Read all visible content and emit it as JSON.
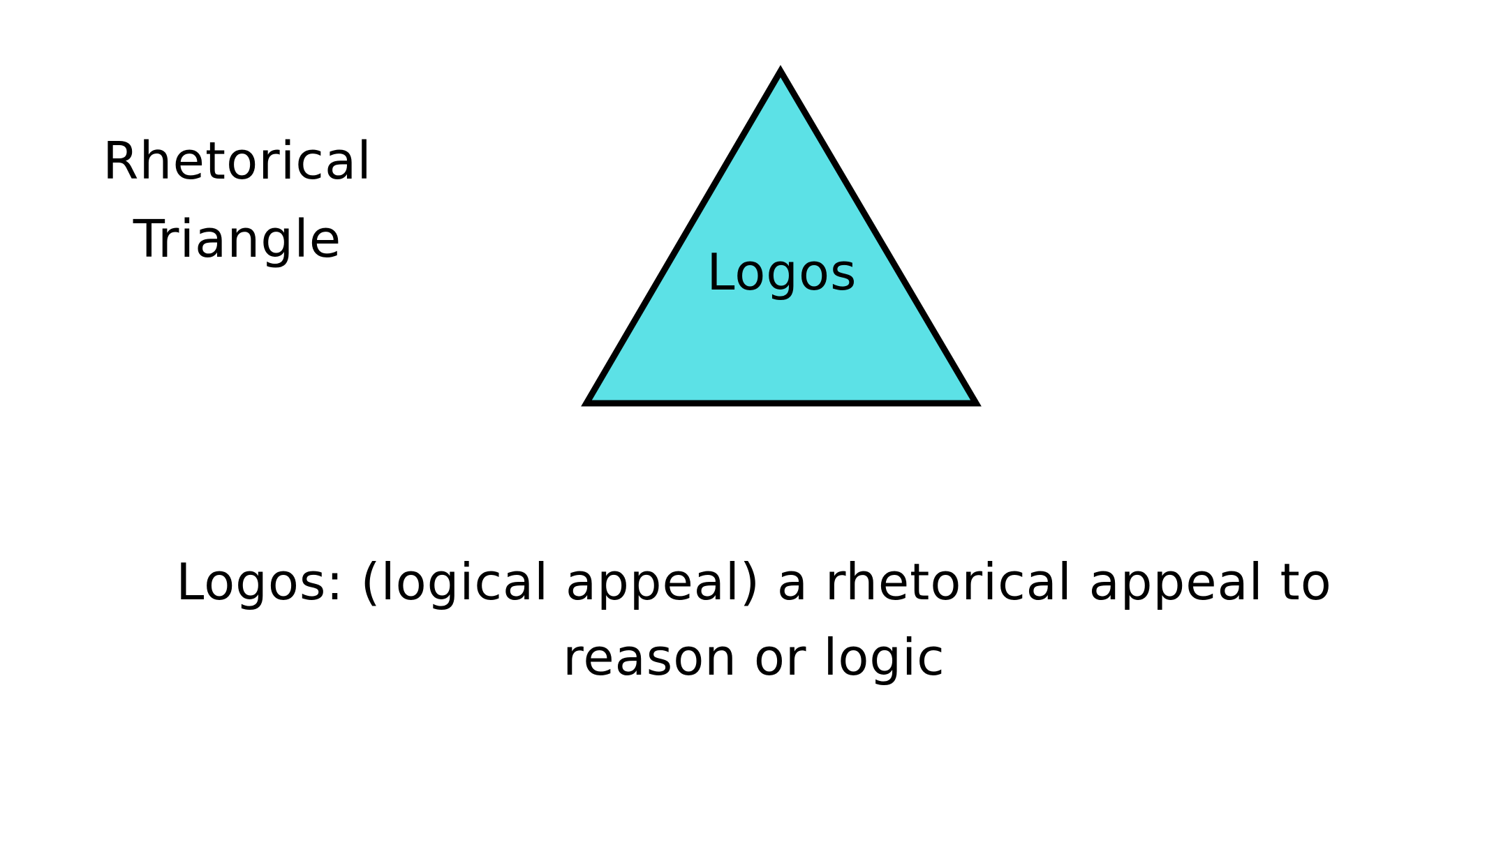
{
  "slide": {
    "title_lines": [
      "Rhetorical",
      "Triangle"
    ],
    "triangle": {
      "label": "Logos",
      "fill_color": "#5ce1e6",
      "stroke_color": "#000000"
    },
    "definition": "Logos: (logical appeal) a rhetorical appeal to reason or logic"
  }
}
